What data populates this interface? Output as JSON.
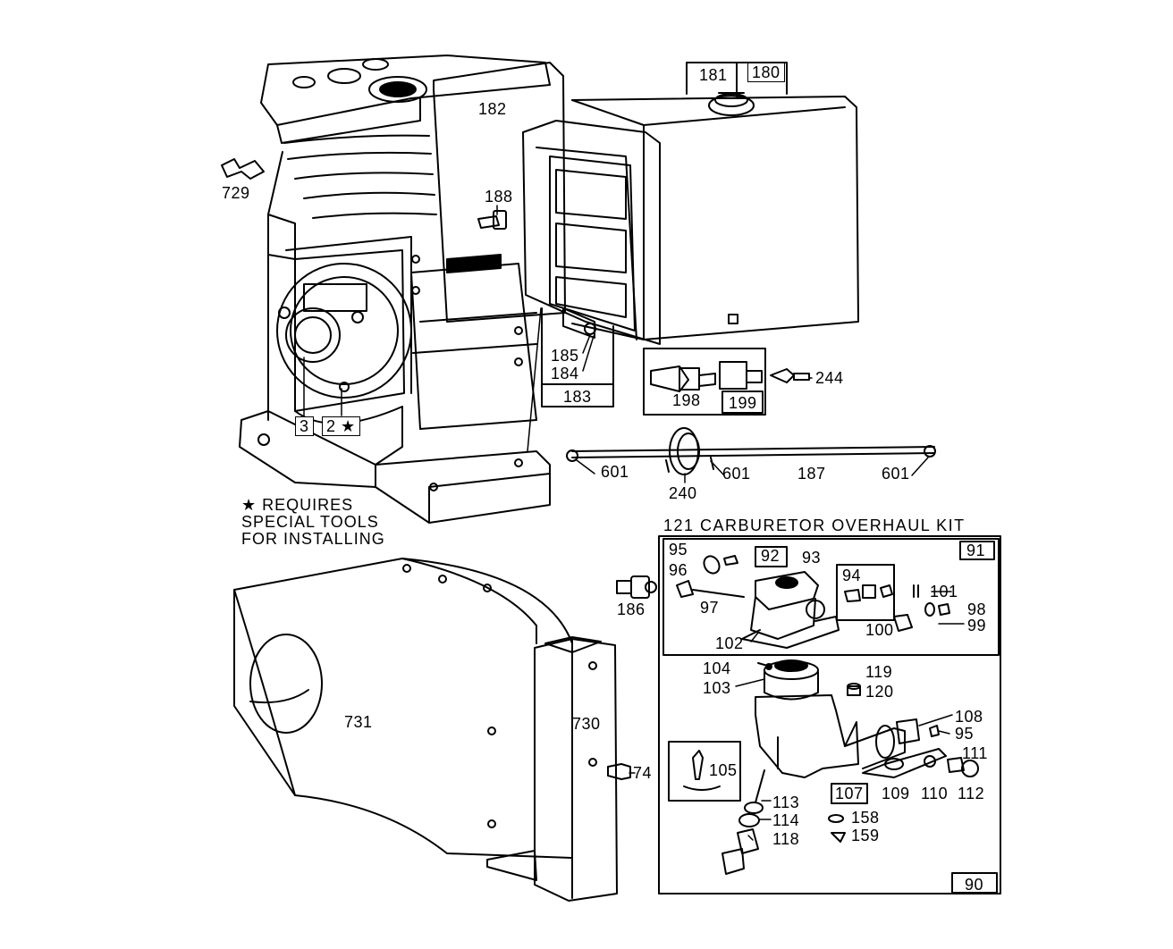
{
  "labels": {
    "l181": "181",
    "l180": "180",
    "l182": "182",
    "l729": "729",
    "l188": "188",
    "l185": "185",
    "l184": "184",
    "l183": "183",
    "l198": "198",
    "l199": "199",
    "l244": "244",
    "l3": "3",
    "l2": "2 ★",
    "l601a": "601",
    "l601b": "601",
    "l601c": "601",
    "l187": "187",
    "l240": "240",
    "l186": "186",
    "l731": "731",
    "l730": "730",
    "l74": "74",
    "l91": "91",
    "l95a": "95",
    "l96": "96",
    "l92": "92",
    "l93": "93",
    "l94": "94",
    "l97": "97",
    "l101": "101",
    "l98": "98",
    "l99": "99",
    "l100": "100",
    "l102": "102",
    "l104": "104",
    "l103": "103",
    "l119": "119",
    "l120": "120",
    "l108": "108",
    "l95b": "95",
    "l111": "111",
    "l112": "112",
    "l110": "110",
    "l109": "109",
    "l107": "107",
    "l105": "105",
    "l113": "113",
    "l114": "114",
    "l118": "118",
    "l158": "158",
    "l159": "159",
    "l90": "90"
  },
  "note": {
    "line1": "★ REQUIRES",
    "line2": "SPECIAL TOOLS",
    "line3": "FOR INSTALLING"
  },
  "kit_title": "121 CARBURETOR OVERHAUL KIT"
}
